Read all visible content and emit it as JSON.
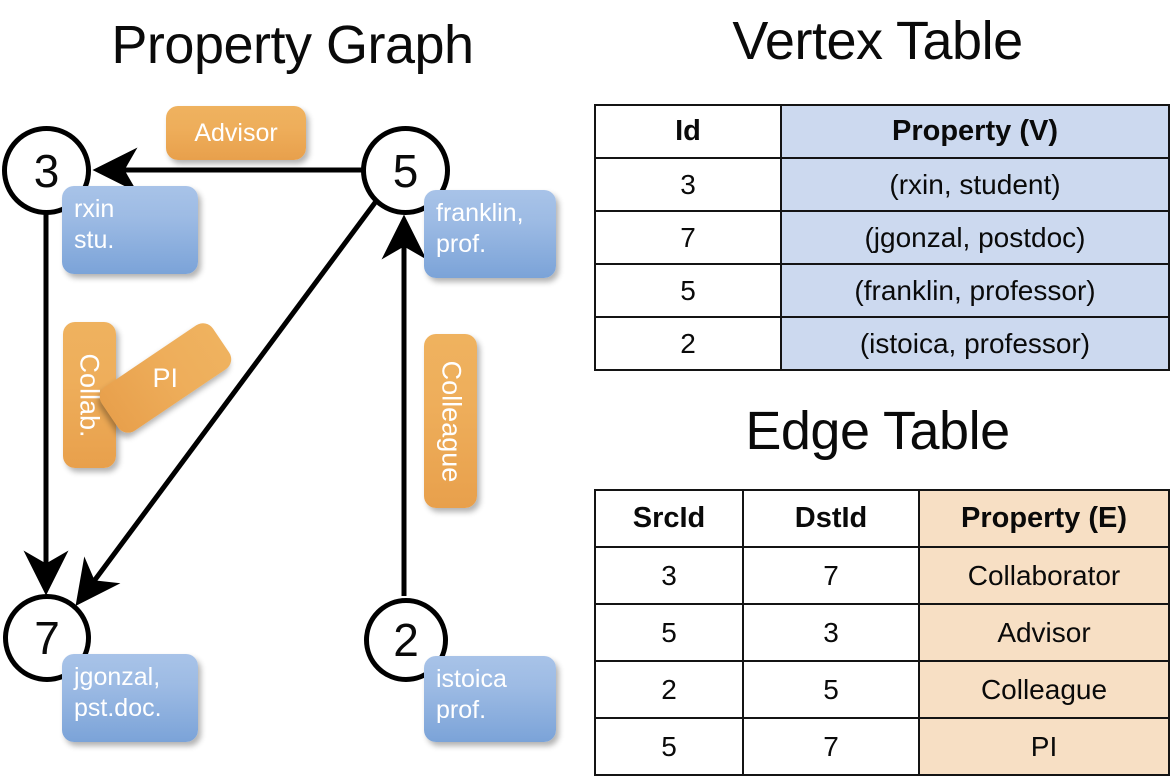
{
  "titles": {
    "property_graph": "Property Graph",
    "vertex_table": "Vertex Table",
    "edge_table": "Edge Table"
  },
  "graph": {
    "vertices": [
      {
        "id": "3",
        "property_label": "rxin\nstu."
      },
      {
        "id": "5",
        "property_label": "franklin,\nprof."
      },
      {
        "id": "7",
        "property_label": "jgonzal,\npst.doc."
      },
      {
        "id": "2",
        "property_label": "istoica\nprof."
      }
    ],
    "vertex_labels": {
      "v3_line1": "rxin",
      "v3_line2": "stu.",
      "v5_line1": "franklin,",
      "v5_line2": "prof.",
      "v7_line1": "jgonzal,",
      "v7_line2": "pst.doc.",
      "v2_line1": "istoica",
      "v2_line2": "prof."
    },
    "vertex_ids": {
      "n3": "3",
      "n5": "5",
      "n7": "7",
      "n2": "2"
    },
    "edge_labels": {
      "advisor": "Advisor",
      "collab": "Collab.",
      "pi": "PI",
      "colleague": "Colleague"
    },
    "edges": [
      {
        "from": "5",
        "to": "3",
        "label": "Advisor"
      },
      {
        "from": "3",
        "to": "7",
        "label": "Collab."
      },
      {
        "from": "5",
        "to": "7",
        "label": "PI"
      },
      {
        "from": "2",
        "to": "5",
        "label": "Colleague"
      }
    ]
  },
  "colors": {
    "vertex_box": "#9dbbe4",
    "edge_box": "#eeae5b",
    "vertex_table_highlight": "#ccd9ef",
    "edge_table_highlight": "#f7dfc4",
    "stroke": "#000000"
  },
  "vertex_table": {
    "headers": [
      "Id",
      "Property (V)"
    ],
    "rows": [
      {
        "id": "3",
        "property": "(rxin, student)"
      },
      {
        "id": "7",
        "property": "(jgonzal, postdoc)"
      },
      {
        "id": "5",
        "property": "(franklin, professor)"
      },
      {
        "id": "2",
        "property": "(istoica, professor)"
      }
    ]
  },
  "edge_table": {
    "headers": [
      "SrcId",
      "DstId",
      "Property (E)"
    ],
    "rows": [
      {
        "src": "3",
        "dst": "7",
        "property": "Collaborator"
      },
      {
        "src": "5",
        "dst": "3",
        "property": "Advisor"
      },
      {
        "src": "2",
        "dst": "5",
        "property": "Colleague"
      },
      {
        "src": "5",
        "dst": "7",
        "property": "PI"
      }
    ]
  }
}
